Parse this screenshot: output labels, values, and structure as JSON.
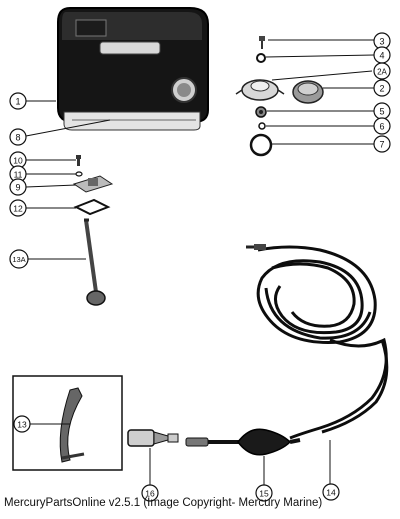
{
  "callouts": {
    "c1": "1",
    "c2": "2",
    "c2A": "2A",
    "c3": "3",
    "c4": "4",
    "c5": "5",
    "c6": "6",
    "c7": "7",
    "c8": "8",
    "c9": "9",
    "c10": "10",
    "c11": "11",
    "c12": "12",
    "c13": "13",
    "c13A": "13A",
    "c14": "14",
    "c15": "15",
    "c16": "16"
  },
  "footer": {
    "text": "MercuryPartsOnline v2.5.1 (Image Copyright- Mercury Marine)"
  }
}
